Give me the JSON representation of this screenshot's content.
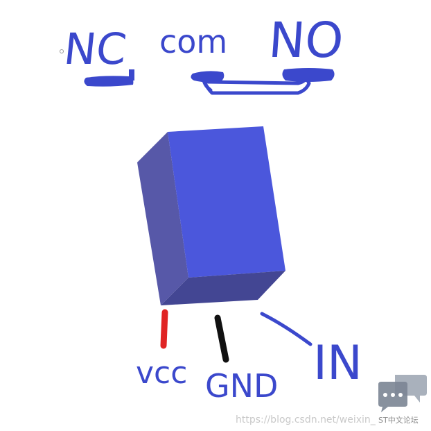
{
  "diagram": {
    "pin_labels": {
      "nc": "NC",
      "com": "com",
      "no": "NO"
    },
    "lead_labels": {
      "vcc": "vcc",
      "gnd": "GND",
      "in": "IN"
    },
    "colors": {
      "ink": "#3b48cc",
      "relay_front": "#4b57dc",
      "relay_left": "#5758a8",
      "relay_bottom": "#434693",
      "vcc_wire": "#e02424",
      "gnd_wire": "#111111",
      "in_wire": "#3b48cc"
    }
  },
  "watermark": {
    "url": "https://blog.csdn.net/weixin_",
    "brand": "ST中文论坛",
    "icon": "chat-bubbles-icon"
  }
}
